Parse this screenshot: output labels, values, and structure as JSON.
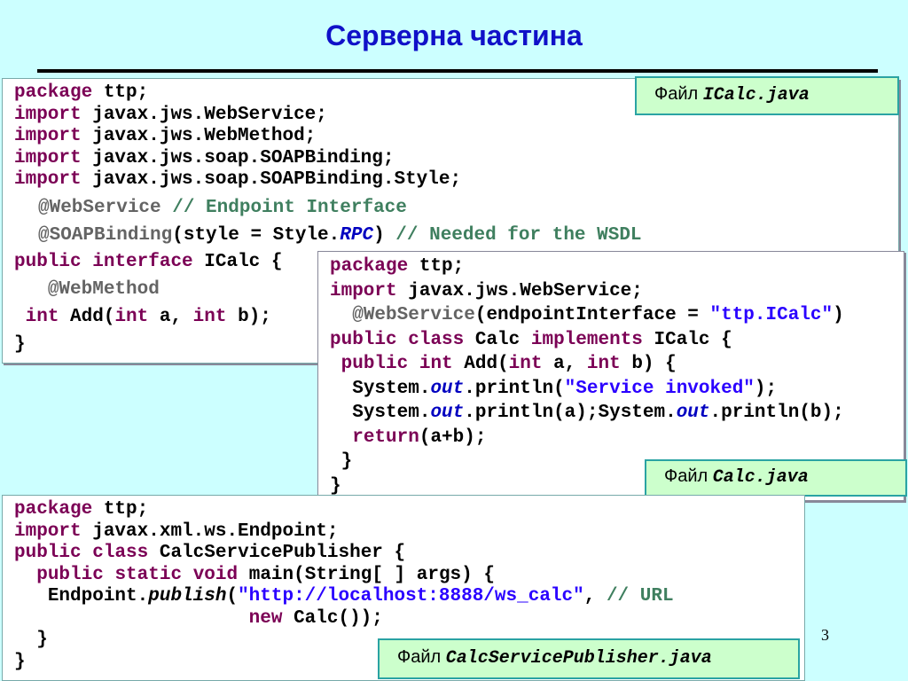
{
  "title": "Серверна частина",
  "page_number": "3",
  "files": {
    "icalc": {
      "label_prefix": "Файл",
      "filename": "ICalc.java"
    },
    "calc": {
      "label_prefix": "Файл",
      "filename": "Calc.java"
    },
    "publisher": {
      "label_prefix": "Файл",
      "filename": "CalcServicePublisher.java"
    }
  },
  "tokens": {
    "package": "package",
    "import": "import",
    "public": "public",
    "interface": "interface",
    "class": "class",
    "implements": "implements",
    "int": "int",
    "static": "static",
    "void": "void",
    "return": "return",
    "new": "new"
  },
  "icalc_code": {
    "pkg": " ttp;",
    "imp1": " javax.jws.WebService;",
    "imp2": " javax.jws.WebMethod;",
    "imp3": " javax.jws.soap.SOAPBinding;",
    "imp4": " javax.jws.soap.SOAPBinding.Style;",
    "ann_ws": "@WebService",
    "cm_endpoint": " // Endpoint Interface",
    "ann_soap": "@SOAPBinding",
    "style_open": "(style = Style.",
    "rpc": "RPC",
    "style_close": ")",
    "cm_wsdl": " // Needed for the WSDL",
    "iface_name": " ICalc {",
    "ann_wm": "@WebMethod",
    "add_sig": " Add(",
    "param_a": " a, ",
    "param_b": " b);",
    "close": "}"
  },
  "calc_code": {
    "pkg": " ttp;",
    "imp": " javax.jws.WebService;",
    "ann_ws": "@WebService",
    "ep_open": "(endpointInterface = ",
    "ep_value": "\"ttp.ICalc\"",
    "ep_close": ")",
    "class_name": " Calc ",
    "iface_name": " ICalc {",
    "add_name": " Add(",
    "param_a": " a, ",
    "param_b": " b) {",
    "sys": "System.",
    "out": "out",
    "println_open": ".println(",
    "msg": "\"Service invoked\"",
    "println_close": ");",
    "println_a": ".println(a);",
    "println_b": ".println(b);",
    "ret_expr": "(a+b);",
    "close": "}"
  },
  "publisher_code": {
    "pkg": " ttp;",
    "imp": " javax.xml.ws.Endpoint;",
    "class_name": " CalcServicePublisher {",
    "main_sig": " main(String[ ] args) {",
    "endpoint": "Endpoint.",
    "publish": "publish",
    "open": "(",
    "url": "\"http://localhost:8888/ws_calc\"",
    "comma": ", ",
    "cm_url": "// URL",
    "calc_call": " Calc());",
    "close": "}"
  }
}
